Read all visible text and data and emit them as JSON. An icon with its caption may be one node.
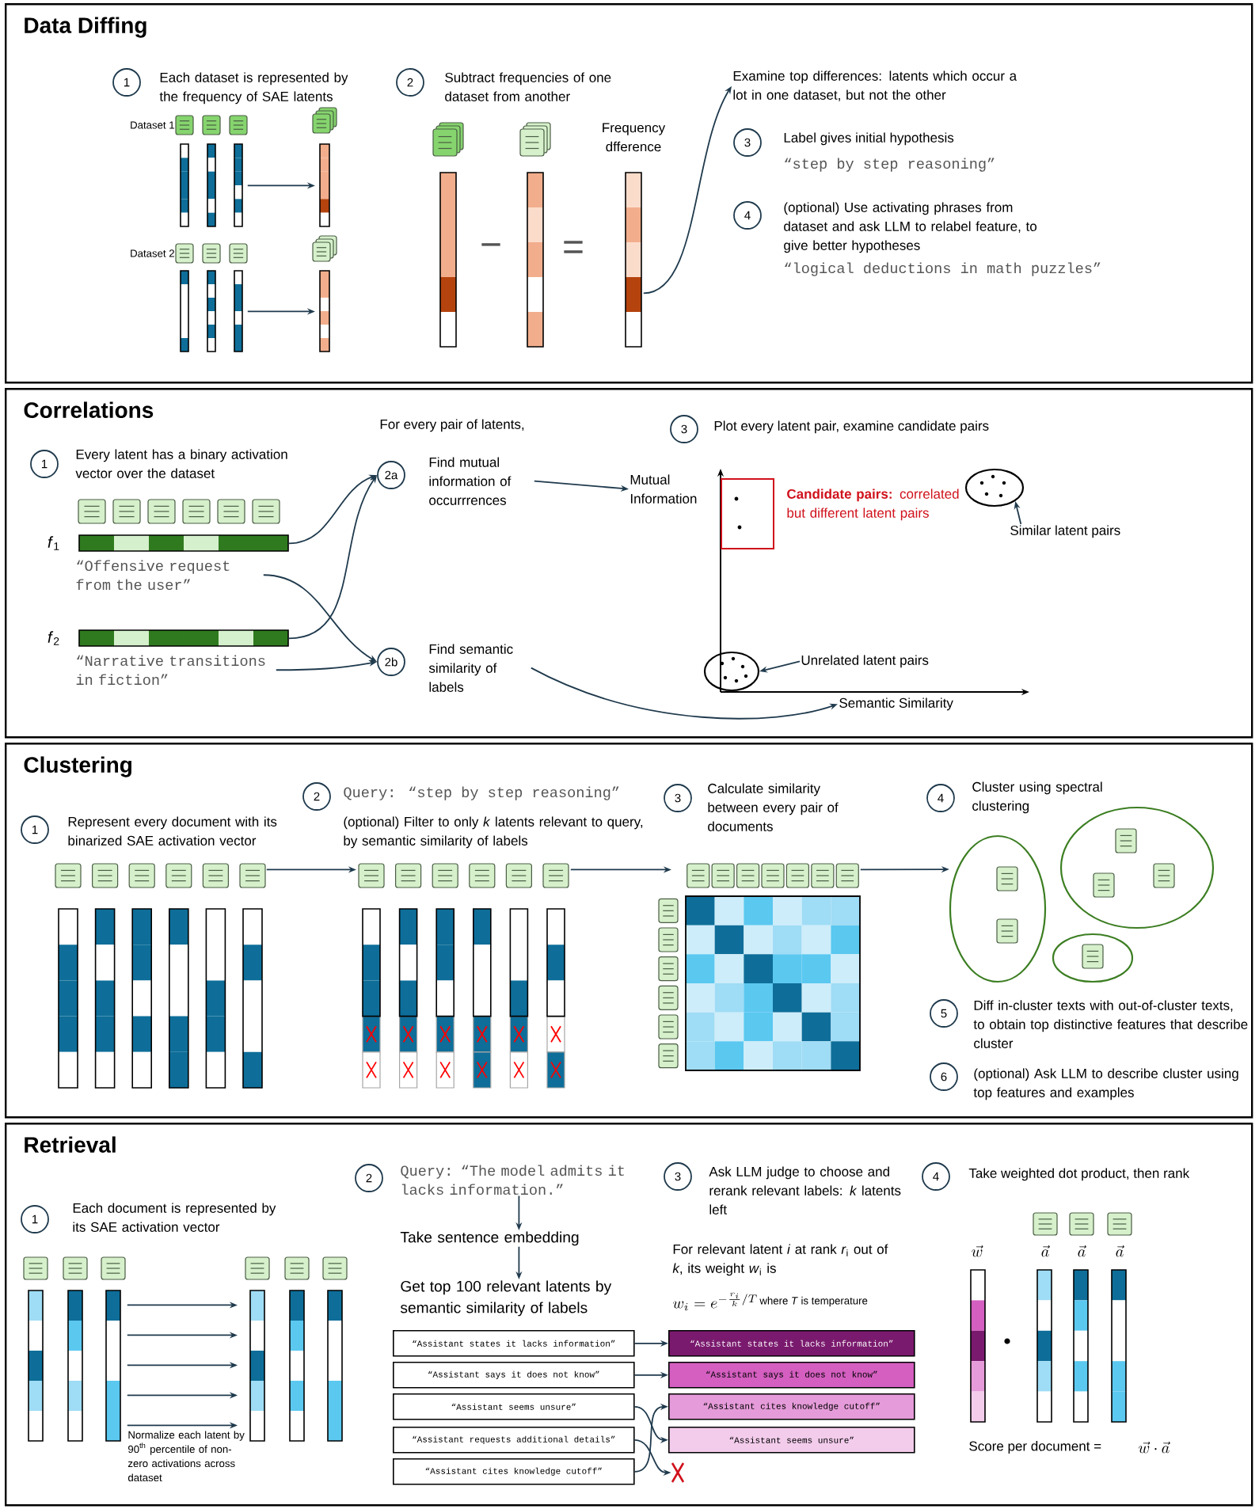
{
  "diagram": {
    "nodes": [
      {
        "text": [
          "Data Diffing"
        ]
      },
      {
        "text": [
          "1"
        ],
        "beside": [
          "Each dataset is represented by the frequency of SAE latents"
        ],
        "in": 0
      },
      {
        "text": [],
        "shape": "bar",
        "beside": [
          "Dataset 1"
        ],
        "in": 0
      },
      {
        "text": [],
        "shape": "bar",
        "in": 0
      },
      {
        "text": [],
        "shape": "bar",
        "beside": [
          "Dataset 2"
        ],
        "in": 0
      },
      {
        "text": [],
        "shape": "bar",
        "in": 0
      },
      {
        "text": [
          "2"
        ],
        "beside": [
          "Subtract frequencies of one dataset from another"
        ],
        "in": 0
      },
      {
        "text": [],
        "shape": "bar",
        "beside": [
          "Frequency dfference"
        ],
        "in": 0
      },
      {
        "text": [
          "Examine top differences: latents which occur a lot in one dataset, but not the other"
        ],
        "in": 0
      },
      {
        "text": [
          "3"
        ],
        "beside": [
          "Label gives initial hypothesis",
          "“step by step reasoning”"
        ],
        "in": 0
      },
      {
        "text": [
          "4"
        ],
        "beside": [
          "(optional) Use activating phrases from dataset and ask LLM to relabel feature, to give better hypotheses",
          "“logical deductions in math puzzles”"
        ],
        "in": 0
      },
      {
        "text": [
          "Correlations"
        ]
      },
      {
        "text": [
          "1"
        ],
        "beside": [
          "Every latent has a binary activation vector over the dataset"
        ],
        "in": 11
      },
      {
        "text": [],
        "shape": "bar",
        "beside": [
          "*f*$_{1}$"
        ],
        "in": 11
      },
      {
        "text": [
          "“Offensive request from the user”"
        ],
        "in": 11
      },
      {
        "text": [],
        "shape": "bar",
        "beside": [
          "*f*$_{2}$"
        ],
        "in": 11
      },
      {
        "text": [
          "“Narrative transitions in fiction”"
        ],
        "in": 11
      },
      {
        "text": [
          "2a"
        ],
        "in": 11
      },
      {
        "text": [
          "Find mutual information of occurrrences"
        ],
        "in": 11
      },
      {
        "text": [
          "2b"
        ],
        "in": 11
      },
      {
        "text": [
          "Find semantic similarity of labels"
        ],
        "in": 11
      },
      {
        "text": [
          "3"
        ],
        "beside": [
          "Plot every latent pair, examine candidate pairs"
        ],
        "in": 11
      },
      {
        "text": [
          "Mutual Information"
        ],
        "in": 11
      },
      {
        "text": [
          "Semantic Similarity"
        ],
        "in": 11
      },
      {
        "text": [],
        "shape": "box",
        "beside": [
          "**Candidate pairs:** correlated but different latent pairs"
        ],
        "in": 11
      },
      {
        "text": [],
        "shape": "ellipse",
        "in": 11
      },
      {
        "text": [
          "Similar latent pairs"
        ],
        "in": 11
      },
      {
        "text": [],
        "shape": "ellipse",
        "in": 11
      },
      {
        "text": [
          "Unrelated latent pairs"
        ],
        "in": 11
      },
      {
        "text": [
          "Clustering"
        ]
      },
      {
        "text": [
          "1"
        ],
        "beside": [
          "Represent every document with its binarized SAE activation vector"
        ],
        "in": 29
      },
      {
        "text": [],
        "shape": "bar",
        "in": 29
      },
      {
        "text": [
          "2"
        ],
        "beside": [
          "Query: “step by step reasoning”",
          "(optional) Filter to only *k* latents relevant to query, by semantic similarity of labels"
        ],
        "in": 29
      },
      {
        "text": [],
        "shape": "bar",
        "in": 29
      },
      {
        "text": [
          "3"
        ],
        "beside": [
          "Calculate similarity between every pair of documents"
        ],
        "in": 29
      },
      {
        "text": [],
        "shape": "grid",
        "in": 29
      },
      {
        "text": [
          "4",
          "Cluster using spectral clustering"
        ],
        "in": 29
      },
      {
        "text": [],
        "shape": "ellipse",
        "in": 29
      },
      {
        "text": [],
        "shape": "ellipse",
        "in": 29
      },
      {
        "text": [],
        "shape": "ellipse",
        "in": 29
      },
      {
        "text": [
          "5"
        ],
        "beside": [
          "Diff in-cluster texts with out-of-cluster texts, to obtain top distinctive features that describe cluster"
        ],
        "in": 29
      },
      {
        "text": [
          "6"
        ],
        "beside": [
          "(optional) Ask LLM to describe cluster using top features and examples"
        ],
        "in": 29
      },
      {
        "text": [
          "Retrieval"
        ]
      },
      {
        "text": [
          "1"
        ],
        "beside": [
          "Each document is represented by its SAE activation vector"
        ],
        "in": 42
      },
      {
        "text": [],
        "shape": "bar",
        "in": 42
      },
      {
        "text": [],
        "shape": "bar",
        "in": 42
      },
      {
        "text": [
          "2"
        ],
        "in": 42
      },
      {
        "text": [
          "Query: “The model admits it lacks information.”"
        ],
        "in": 42
      },
      {
        "text": [
          "Take sentence embedding"
        ],
        "in": 42
      },
      {
        "text": [
          "Get top 100 relevant latents by semantic similarity of labels"
        ],
        "in": 42
      },
      {
        "text": [
          "“Assistant states it lacks information”"
        ],
        "in": 42
      },
      {
        "text": [
          "“Assistant says it does not know”"
        ],
        "in": 42
      },
      {
        "text": [
          "“Assistant seems unsure”"
        ],
        "in": 42
      },
      {
        "text": [
          "“Assistant requests additional details”"
        ],
        "in": 42
      },
      {
        "text": [
          "“Assistant cites knowledge cutoff”"
        ],
        "in": 42
      },
      {
        "text": [
          "3"
        ],
        "beside": [
          "Ask LLM judge to choose and rerank relevant labels: *k* latents left",
          "For relevant latent *i* at rank *r*$_{i}$ out of *k*, its weight *w*$_{i}$ is"
        ],
        "in": 42
      },
      {
        "text": [
          "“Assistant states it lacks information”"
        ],
        "in": 42
      },
      {
        "text": [
          "“Assistant says it does not know”"
        ],
        "in": 42
      },
      {
        "text": [
          "“Assistant cites knowledge cutoff”"
        ],
        "in": 42
      },
      {
        "text": [
          "“Assistant seems unsure”"
        ],
        "in": 42
      },
      {
        "text": [],
        "shape": "cross",
        "in": 42
      },
      {
        "text": [
          "4"
        ],
        "beside": [
          "Take weighted dot product, then rank"
        ],
        "in": 42
      }
    ],
    "edges": [
      {
        "from": 2,
        "to": 3,
        "arrow": "to"
      },
      {
        "from": 4,
        "to": 5,
        "arrow": "to"
      },
      {
        "from": 7,
        "to": 8,
        "arrow": "to"
      },
      {
        "from": 13,
        "to": 17,
        "arrow": "to"
      },
      {
        "from": 15,
        "to": 17,
        "arrow": "to"
      },
      {
        "from": 14,
        "to": 19,
        "arrow": "to"
      },
      {
        "from": 16,
        "to": 19,
        "arrow": "to"
      },
      {
        "from": 18,
        "to": 22,
        "arrow": "to"
      },
      {
        "from": 20,
        "to": 23,
        "arrow": "to"
      },
      {
        "from": 26,
        "to": 25,
        "arrow": "to"
      },
      {
        "from": 28,
        "to": 27,
        "arrow": "to"
      },
      {
        "from": 31,
        "to": 33,
        "arrow": "to"
      },
      {
        "from": 33,
        "to": 35,
        "arrow": "to"
      },
      {
        "from": 35,
        "to": 37,
        "arrow": "to"
      },
      {
        "from": 44,
        "to": 45,
        "arrow": "to"
      },
      {
        "from": 44,
        "to": 45,
        "arrow": "to"
      },
      {
        "from": 44,
        "to": 45,
        "arrow": "to"
      },
      {
        "from": 44,
        "to": 45,
        "arrow": "to"
      },
      {
        "from": 44,
        "to": 45,
        "arrow": "to"
      },
      {
        "from": 47,
        "to": 48,
        "arrow": "to"
      },
      {
        "from": 48,
        "to": 49,
        "arrow": "to"
      },
      {
        "from": 50,
        "to": 56,
        "arrow": "to"
      },
      {
        "from": 51,
        "to": 57,
        "arrow": "to"
      },
      {
        "from": 52,
        "to": 59,
        "arrow": "to"
      },
      {
        "from": 53,
        "to": 60,
        "arrow": "to"
      },
      {
        "from": 54,
        "to": 58,
        "arrow": "to"
      }
    ],
    "labels": [
      "−",
      "=",
      "For every pair of latents,",
      "Normalize each latent by 90$^{th}$ percentile of non-zero activations across dataset",
      "w_i = e^{-\\frac{r_i}{k}/T}",
      "where *T* is temperature",
      "\\vec{w}",
      "\\vec{a}",
      "\\vec{a}",
      "\\vec{a}",
      "Score per document =",
      "\\vec{w} \\cdot \\vec{a}"
    ]
  }
}
